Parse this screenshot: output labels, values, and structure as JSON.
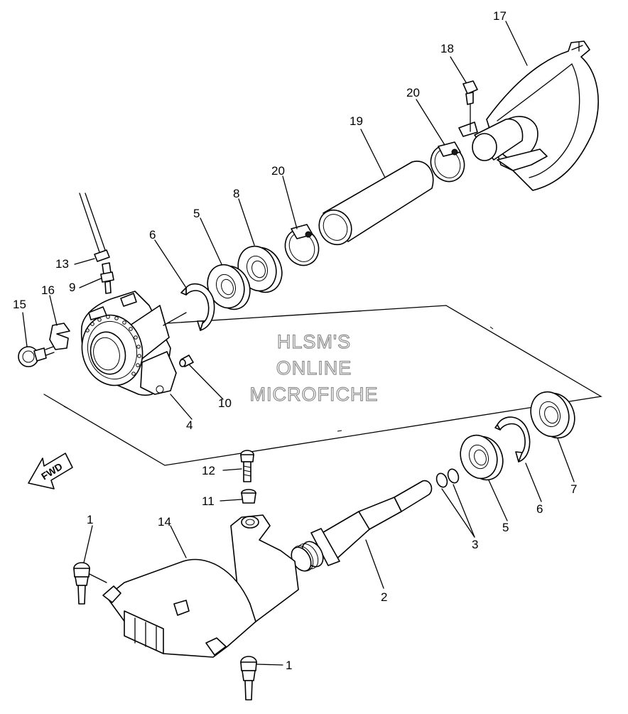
{
  "watermark": {
    "line1": "HLSM'S",
    "line2": "ONLINE",
    "line3": "MICROFICHE"
  },
  "direction_label": "FWD",
  "callouts": [
    {
      "id": "c1a",
      "label": "1"
    },
    {
      "id": "c1b",
      "label": "1"
    },
    {
      "id": "c2",
      "label": "2"
    },
    {
      "id": "c3",
      "label": "3"
    },
    {
      "id": "c4",
      "label": "4"
    },
    {
      "id": "c5a",
      "label": "5"
    },
    {
      "id": "c5b",
      "label": "5"
    },
    {
      "id": "c6a",
      "label": "6"
    },
    {
      "id": "c6b",
      "label": "6"
    },
    {
      "id": "c7",
      "label": "7"
    },
    {
      "id": "c8",
      "label": "8"
    },
    {
      "id": "c9",
      "label": "9"
    },
    {
      "id": "c10",
      "label": "10"
    },
    {
      "id": "c11",
      "label": "11"
    },
    {
      "id": "c12",
      "label": "12"
    },
    {
      "id": "c13",
      "label": "13"
    },
    {
      "id": "c14",
      "label": "14"
    },
    {
      "id": "c15",
      "label": "15"
    },
    {
      "id": "c16",
      "label": "16"
    },
    {
      "id": "c17",
      "label": "17"
    },
    {
      "id": "c18",
      "label": "18"
    },
    {
      "id": "c19",
      "label": "19"
    },
    {
      "id": "c20a",
      "label": "20"
    },
    {
      "id": "c20b",
      "label": "20"
    }
  ]
}
